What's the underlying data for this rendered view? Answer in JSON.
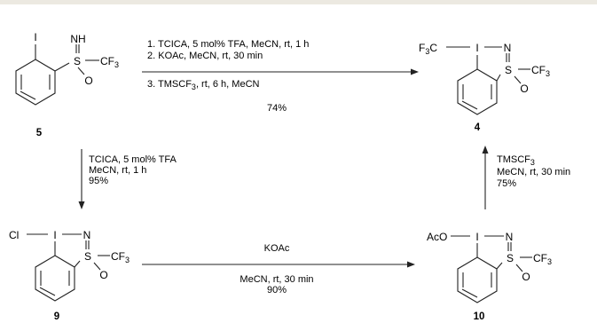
{
  "compounds": {
    "c5": {
      "number": "5",
      "iodo": "I",
      "imine": "NH",
      "sulfur": "S",
      "oxygen": "O",
      "cf3": "CF",
      "cf3_sub": "3"
    },
    "c4": {
      "number": "4",
      "f3c_pre": "F",
      "f3c_sub": "3",
      "f3c_post": "C",
      "iodo": "I",
      "nitrogen": "N",
      "sulfur": "S",
      "oxygen": "O",
      "cf3": "CF",
      "cf3_sub": "3"
    },
    "c9": {
      "number": "9",
      "chloro": "Cl",
      "iodo": "I",
      "nitrogen": "N",
      "sulfur": "S",
      "oxygen": "O",
      "cf3": "CF",
      "cf3_sub": "3"
    },
    "c10": {
      "number": "10",
      "aco": "AcO",
      "iodo": "I",
      "nitrogen": "N",
      "sulfur": "S",
      "oxygen": "O",
      "cf3": "CF",
      "cf3_sub": "3"
    }
  },
  "conditions": {
    "top": {
      "line1": "1. TCICA, 5 mol% TFA, MeCN, rt, 1 h",
      "line2": "2. KOAc, MeCN, rt, 30 min",
      "line3_pre": "3. TMSCF",
      "line3_sub": "3",
      "line3_post": ", rt, 6 h, MeCN",
      "yield": "74%"
    },
    "left": {
      "line1": "TCICA, 5 mol% TFA",
      "line2": "MeCN, rt, 1 h",
      "yield": "95%"
    },
    "right": {
      "line1_pre": "TMSCF",
      "line1_sub": "3",
      "line2": "MeCN, rt, 30 min",
      "yield": "75%"
    },
    "bottom": {
      "reagent": "KOAc",
      "line1": "MeCN, rt, 30 min",
      "yield": "90%"
    }
  }
}
